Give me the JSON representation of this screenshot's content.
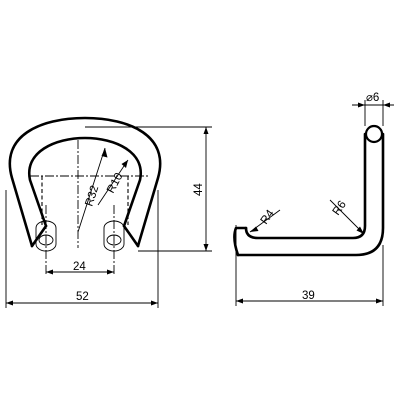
{
  "drawing": {
    "front_view": {
      "width_label": "52",
      "hole_spacing_label": "24",
      "height_label": "44",
      "outer_radius_label": "R32",
      "inner_radius_label": "R10"
    },
    "side_view": {
      "length_label": "39",
      "diameter_label": "⌀6",
      "bend_radius_small_label": "R4",
      "bend_radius_large_label": "R6"
    }
  }
}
